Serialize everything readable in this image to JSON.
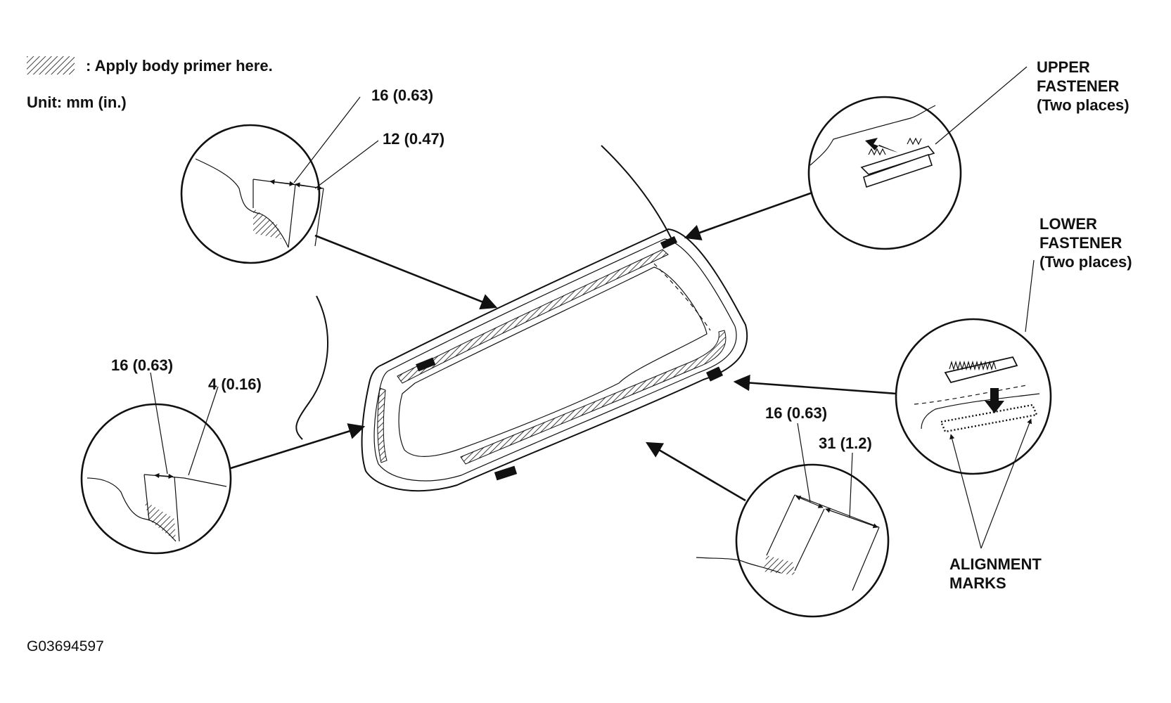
{
  "legend": {
    "primer_note": ": Apply body primer here.",
    "unit_note": "Unit: mm (in.)"
  },
  "callouts": {
    "top_left": {
      "dim_a": "16 (0.63)",
      "dim_b": "12 (0.47)"
    },
    "left": {
      "dim_a": "16 (0.63)",
      "dim_b": "4 (0.16)"
    },
    "bottom": {
      "dim_a": "16 (0.63)",
      "dim_b": "31 (1.2)"
    },
    "upper_fastener": {
      "line1": "UPPER",
      "line2": "FASTENER",
      "line3": "(Two places)"
    },
    "lower_fastener": {
      "line1": "LOWER",
      "line2": "FASTENER",
      "line3": "(Two places)"
    },
    "alignment_marks": {
      "line1": "ALIGNMENT",
      "line2": "MARKS"
    }
  },
  "figure_code": "G03694597"
}
